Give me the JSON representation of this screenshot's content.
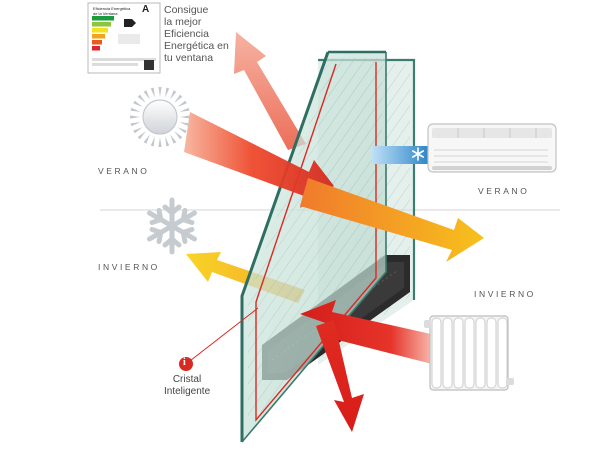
{
  "energy_label": {
    "line1": "Eficiencia Energética",
    "line2": "de la Ventana",
    "grade": "A"
  },
  "slogan": [
    "Consigue",
    "la mejor",
    "Eficiencia",
    "Energética en",
    "tu ventana"
  ],
  "labels": {
    "summer_left": "VERANO",
    "summer_right": "VERANO",
    "winter_left": "INVIERNO",
    "winter_right": "INVIERNO"
  },
  "glass_callout": {
    "marker": "i",
    "line1": "Cristal",
    "line2": "Inteligente"
  },
  "icons": [
    "sun-icon",
    "snowflake-icon",
    "air-conditioner-icon",
    "radiator-icon",
    "energy-label-icon"
  ],
  "colors": {
    "arrow_salmon": "#f19a86",
    "arrow_red": "#e12a22",
    "arrow_orange": "#f08a2c",
    "arrow_yellow": "#f7c81b",
    "glass_edge": "#2f6e63",
    "glass_tint": "#bcd9d0",
    "spacer": "#2b2b2b",
    "ac_blue": "#1f7dc4"
  }
}
